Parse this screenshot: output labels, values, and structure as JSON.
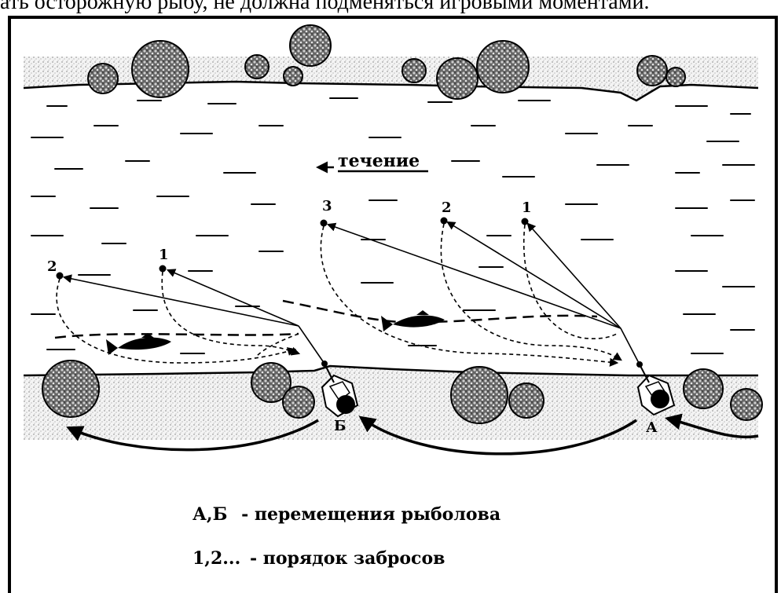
{
  "header_text": "ать осторожную рыбу, не должна подменяться игровыми моментами.",
  "current_label": "течение",
  "points_a": [
    "1",
    "2",
    "3"
  ],
  "points_b": [
    "1",
    "2"
  ],
  "position_a": "А",
  "position_b": "Б",
  "legend": {
    "line1_key": "А,Б",
    "line1_text": "- перемещения рыболова",
    "line2_key": "1,2...",
    "line2_text": "- порядок забросов"
  }
}
